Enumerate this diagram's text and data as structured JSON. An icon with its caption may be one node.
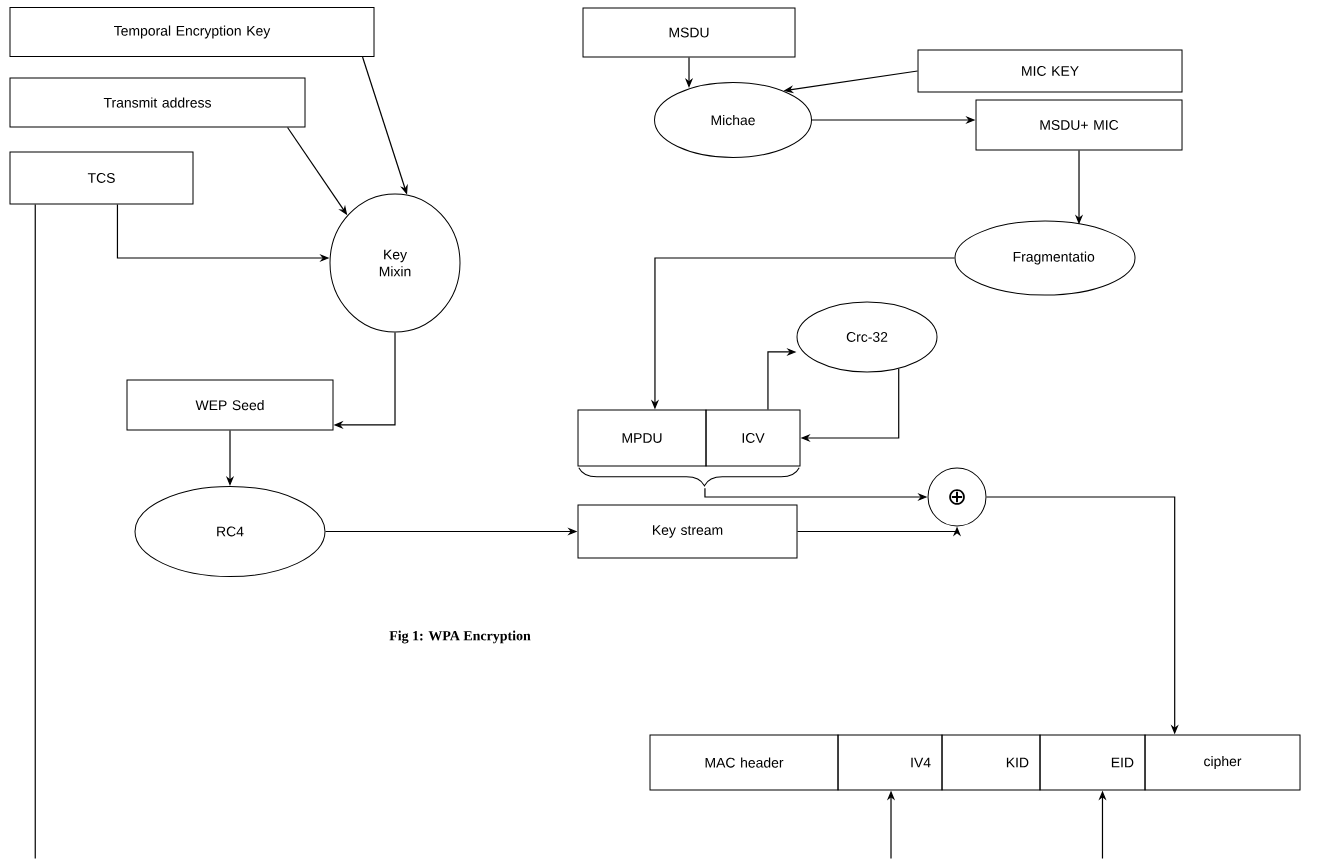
{
  "diagram": {
    "caption": "Fig 1: WPA Encryption",
    "nodes": [
      {
        "text": [
          "Temporal Encryption Key"
        ]
      },
      {
        "text": [
          "Transmit address"
        ]
      },
      {
        "text": [
          "TCS"
        ]
      },
      {
        "text": [
          "Key Mixin"
        ]
      },
      {
        "text": [
          "WEP Seed"
        ]
      },
      {
        "text": [
          "RC4"
        ]
      },
      {
        "text": [
          "MSDU"
        ]
      },
      {
        "text": [
          "MIC KEY"
        ]
      },
      {
        "text": [
          "Michae"
        ]
      },
      {
        "text": [
          "MSDU+ MIC"
        ]
      },
      {
        "text": [
          "Fragmentatio"
        ]
      },
      {
        "text": [
          "Crc-32"
        ]
      },
      {
        "text": [
          "MPDU"
        ]
      },
      {
        "text": [
          "ICV"
        ]
      },
      {
        "text": [],
        "shape": "brace"
      },
      {
        "text": [
          "⊕"
        ]
      },
      {
        "text": [
          "Key stream"
        ]
      },
      {
        "text": [
          "MAC header"
        ]
      },
      {
        "text": [
          "IV4"
        ]
      },
      {
        "text": [
          "KID"
        ]
      },
      {
        "text": [
          "EID"
        ]
      },
      {
        "text": [
          "cipher"
        ]
      }
    ],
    "edges": [
      {
        "from": 0,
        "to": 3,
        "arrow": "to"
      },
      {
        "from": 1,
        "to": 3,
        "arrow": "to"
      },
      {
        "from": 2,
        "to": 3,
        "arrow": "to"
      },
      {
        "from": 2,
        "to": null,
        "arrow": "none"
      },
      {
        "from": 3,
        "to": 4,
        "arrow": "to"
      },
      {
        "from": 4,
        "to": 5,
        "arrow": "to"
      },
      {
        "from": 5,
        "to": 16,
        "arrow": "to"
      },
      {
        "from": 6,
        "to": 8,
        "arrow": "to"
      },
      {
        "from": 7,
        "to": 8,
        "arrow": "to"
      },
      {
        "from": 8,
        "to": 9,
        "arrow": "to"
      },
      {
        "from": 9,
        "to": 10,
        "arrow": "to"
      },
      {
        "from": 10,
        "to": 12,
        "arrow": "to"
      },
      {
        "from": 13,
        "to": 11,
        "arrow": "to"
      },
      {
        "from": 11,
        "to": 13,
        "arrow": "to"
      },
      {
        "from": 14,
        "to": 15,
        "arrow": "to"
      },
      {
        "from": 16,
        "to": 15,
        "arrow": "to"
      },
      {
        "from": 15,
        "to": 21,
        "arrow": "to"
      },
      {
        "from": null,
        "to": 18,
        "arrow": "to"
      },
      {
        "from": null,
        "to": 20,
        "arrow": "to"
      }
    ]
  }
}
